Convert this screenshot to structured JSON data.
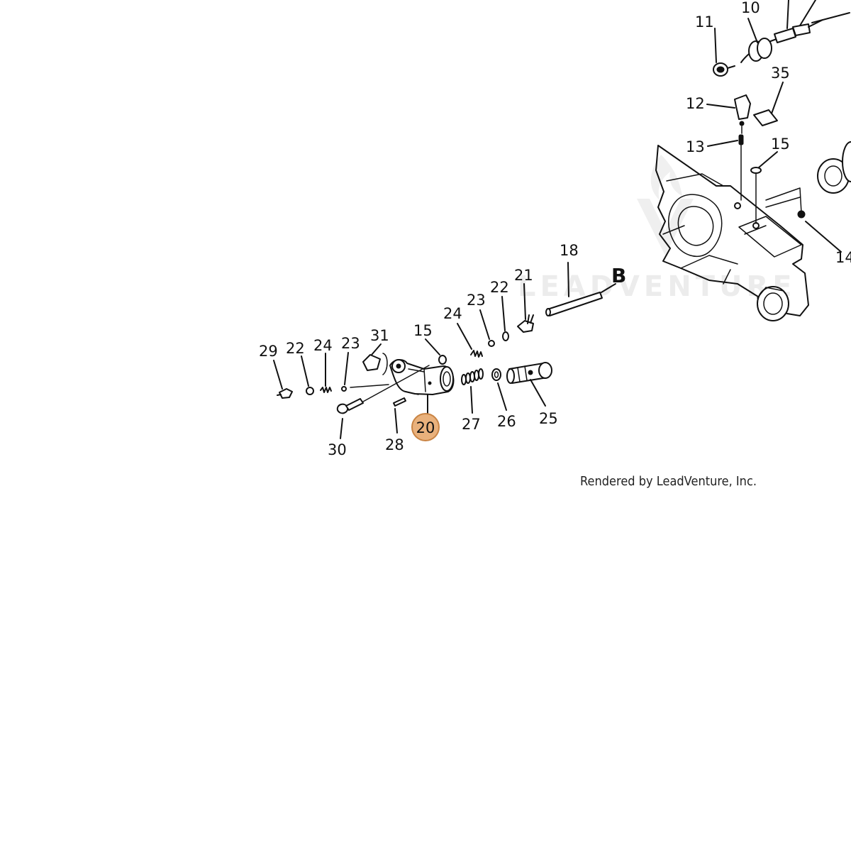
{
  "diagram": {
    "watermark": "LEADVENTURE",
    "section_marker": "B",
    "highlight_color": "#e9b17c",
    "highlight_stroke": "#c98444",
    "callouts": [
      {
        "id": "c10",
        "text": "10"
      },
      {
        "id": "c11",
        "text": "11"
      },
      {
        "id": "c35",
        "text": "35"
      },
      {
        "id": "c12",
        "text": "12"
      },
      {
        "id": "c13",
        "text": "13"
      },
      {
        "id": "c15a",
        "text": "15"
      },
      {
        "id": "c14",
        "text": "14"
      },
      {
        "id": "c18",
        "text": "18"
      },
      {
        "id": "c21",
        "text": "21"
      },
      {
        "id": "c22a",
        "text": "22"
      },
      {
        "id": "c23a",
        "text": "23"
      },
      {
        "id": "c24a",
        "text": "24"
      },
      {
        "id": "c15b",
        "text": "15"
      },
      {
        "id": "c31",
        "text": "31"
      },
      {
        "id": "c29",
        "text": "29"
      },
      {
        "id": "c22b",
        "text": "22"
      },
      {
        "id": "c24b",
        "text": "24"
      },
      {
        "id": "c23b",
        "text": "23"
      },
      {
        "id": "c20",
        "text": "20",
        "highlighted": true
      },
      {
        "id": "c27",
        "text": "27"
      },
      {
        "id": "c26",
        "text": "26"
      },
      {
        "id": "c25",
        "text": "25"
      },
      {
        "id": "c28",
        "text": "28"
      },
      {
        "id": "c30",
        "text": "30"
      }
    ]
  },
  "footer": {
    "credit": "Rendered by LeadVenture, Inc."
  }
}
